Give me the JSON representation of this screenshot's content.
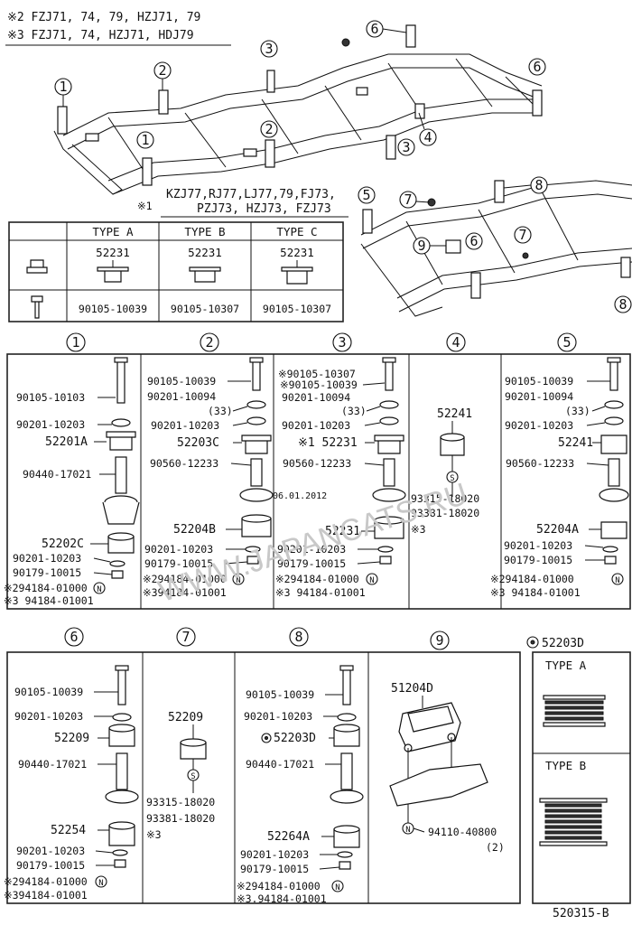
{
  "notes": {
    "n2": "※2 FZJ71, 74, 79, HZJ71, 79",
    "n3": "※3 FZJ71, 74, HZJ71, HDJ79",
    "n1_line1": "KZJ77,RJ77,LJ77,79,FJ73,",
    "n1_line2": "PZJ73, HZJ73, FZJ73",
    "n1_mark": "※1"
  },
  "type_table": {
    "headers": [
      "TYPE A",
      "TYPE B",
      "TYPE C"
    ],
    "row1": [
      "52231",
      "52231",
      "52231"
    ],
    "row2": [
      "90105-10039",
      "90105-10307",
      "90105-10307"
    ]
  },
  "callouts": {
    "c1": "1",
    "c2": "2",
    "c3": "3",
    "c4": "4",
    "c5": "5",
    "c6": "6",
    "c7": "7",
    "c8": "8",
    "c9": "9"
  },
  "sections": {
    "s1": [
      "90105-10103",
      "90201-10203",
      "52201A",
      "90440-17021",
      "52202C",
      "90201-10203",
      "90179-10015",
      "※294184-01000",
      "※3 94184-01001"
    ],
    "s2": [
      "90105-10039",
      "90201-10094",
      "(33)",
      "90201-10203",
      "52203C",
      "90560-12233",
      "52204B",
      "90201-10203",
      "90179-10015",
      "※294184-01000",
      "※394184-01001"
    ],
    "s3": [
      "※90105-10307",
      "※90105-10039",
      "90201-10094",
      "(33)",
      "90201-10203",
      "※1 52231",
      "90560-12233",
      "52231",
      "90201-10203",
      "90179-10015",
      "※294184-01000",
      "※3 94184-01001"
    ],
    "s4": [
      "52241",
      "93315-18020",
      "93381-18020",
      "※3"
    ],
    "s5": [
      "90105-10039",
      "90201-10094",
      "(33)",
      "90201-10203",
      "52241",
      "90560-12233",
      "52204A",
      "90201-10203",
      "90179-10015",
      "※294184-01000",
      "※3 94184-01001"
    ],
    "s6": [
      "90105-10039",
      "90201-10203",
      "52209",
      "90440-17021",
      "52254",
      "90201-10203",
      "90179-10015",
      "※294184-01000",
      "※394184-01001"
    ],
    "s7": [
      "52209",
      "93315-18020",
      "93381-18020",
      "※3"
    ],
    "s8": [
      "90105-10039",
      "90201-10203",
      "52203D",
      "90440-17021",
      "52264A",
      "90201-10203",
      "90179-10015",
      "※294184-01000",
      "※3.94184-01001"
    ],
    "s9": [
      "51204D",
      "94110-40800",
      "(2)"
    ]
  },
  "inset": {
    "part": "52203D",
    "type_a": "TYPE A",
    "type_b": "TYPE B"
  },
  "watermark": "WWW.JAPANCATS.RU",
  "date_stamp": "06.01.2012",
  "footer_code": "520315-B"
}
